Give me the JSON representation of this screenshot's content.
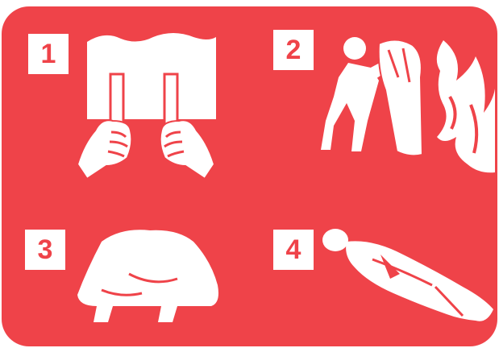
{
  "colors": {
    "background": "#ef4349",
    "foreground": "#ffffff",
    "badge_text": "#ef4349"
  },
  "steps": [
    {
      "number": "1",
      "icon": "pull-blanket-tabs-icon"
    },
    {
      "number": "2",
      "icon": "person-holding-blanket-toward-fire-icon"
    },
    {
      "number": "3",
      "icon": "blanket-covering-object-icon"
    },
    {
      "number": "4",
      "icon": "person-wrapped-in-blanket-icon"
    }
  ]
}
